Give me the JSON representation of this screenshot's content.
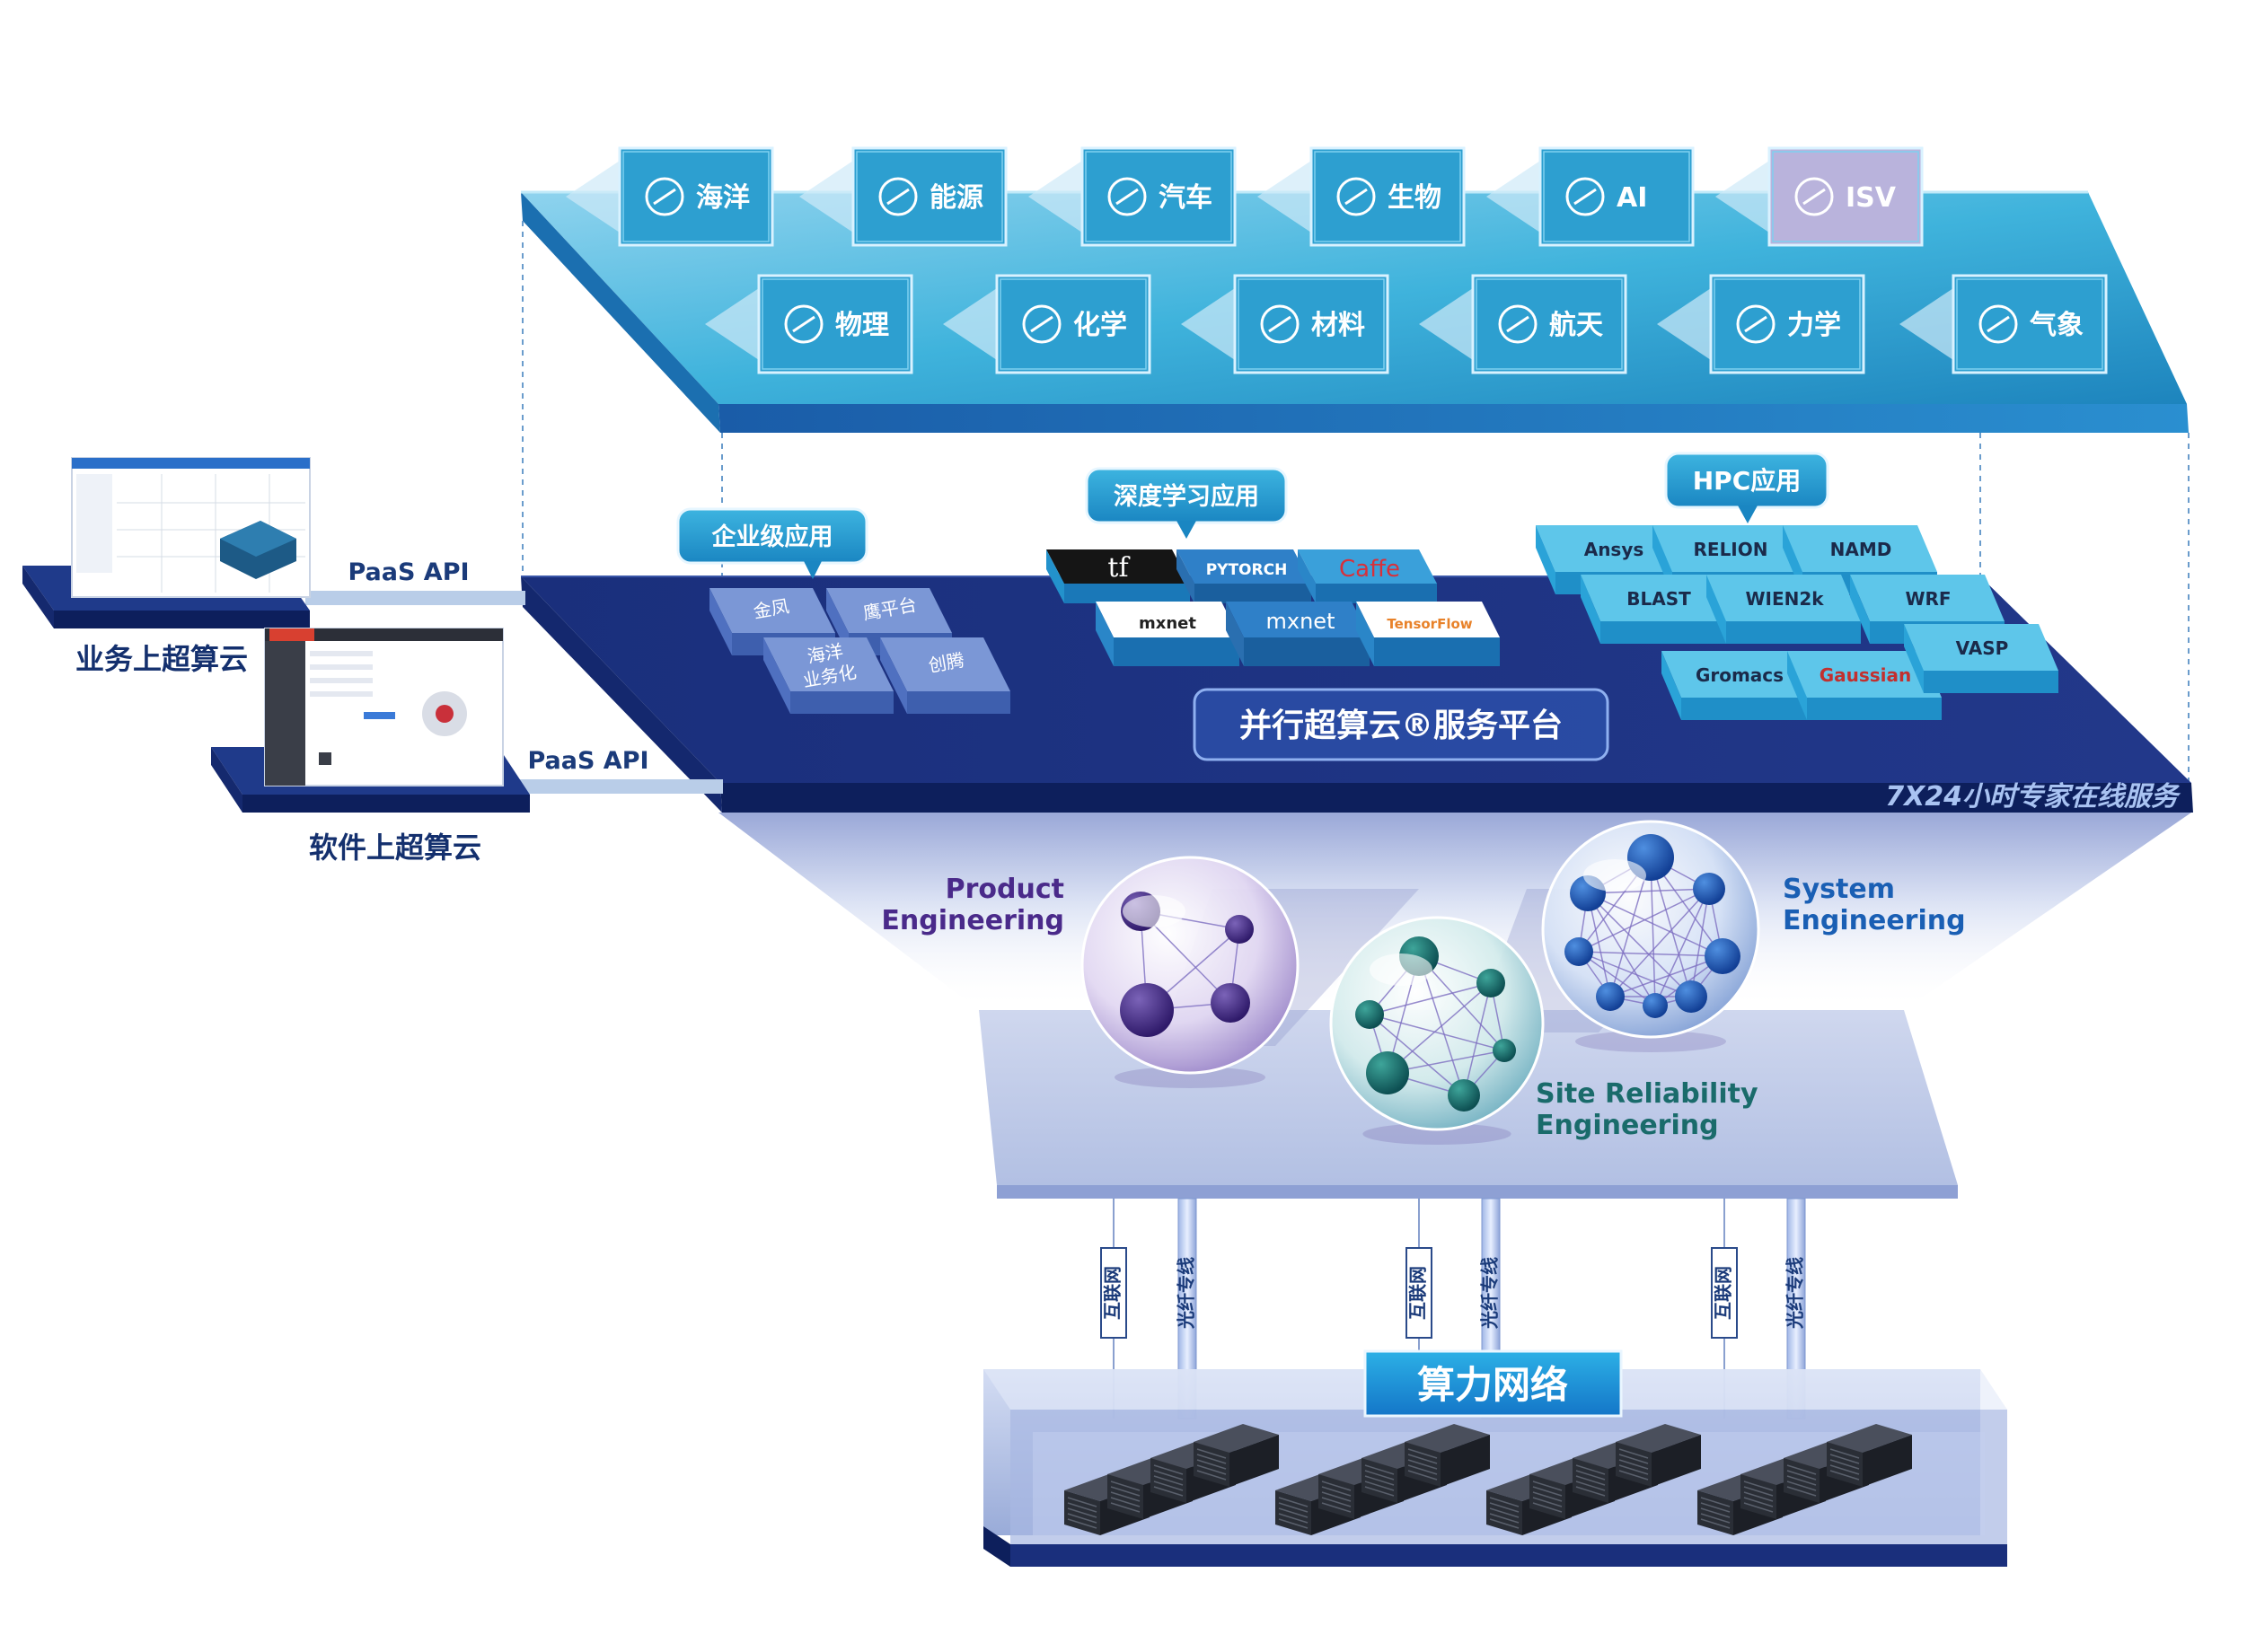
{
  "industries": {
    "row1": [
      {
        "label": "海洋",
        "icon": "ocean-icon"
      },
      {
        "label": "能源",
        "icon": "energy-icon"
      },
      {
        "label": "汽车",
        "icon": "car-icon"
      },
      {
        "label": "生物",
        "icon": "microscope-icon"
      },
      {
        "label": "AI",
        "icon": "ai-head-icon"
      },
      {
        "label": "ISV",
        "icon": "cloud-circuit-icon"
      }
    ],
    "row2": [
      {
        "label": "物理",
        "icon": "compass-icon"
      },
      {
        "label": "化学",
        "icon": "flask-icon"
      },
      {
        "label": "材料",
        "icon": "cube-icon"
      },
      {
        "label": "航天",
        "icon": "satellite-icon"
      },
      {
        "label": "力学",
        "icon": "mechanics-icon"
      },
      {
        "label": "气象",
        "icon": "weather-icon"
      }
    ]
  },
  "platform": {
    "title": "并行超算云®服务平台",
    "service_text": "7X24小时专家在线服务",
    "enterprise": {
      "tag": "企业级应用",
      "tiles": [
        "金凤",
        "鹰平台",
        "海洋\n业务化",
        "创腾"
      ]
    },
    "deep_learning": {
      "tag": "深度学习应用",
      "tiles": [
        "tf",
        "PYTORCH",
        "Caffe",
        "mxnet",
        "mxnet",
        "TensorFlow"
      ]
    },
    "hpc": {
      "tag": "HPC应用",
      "tiles": [
        "Ansys",
        "RELION",
        "NAMD",
        "BLAST",
        "WIEN2k",
        "WRF",
        "Gromacs",
        "Gaussian",
        "VASP"
      ]
    }
  },
  "left": {
    "api_labels": [
      "PaaS API",
      "PaaS API"
    ],
    "captions": [
      "业务上超算云",
      "软件上超算云"
    ]
  },
  "engineering": {
    "product": "Product\nEngineering",
    "system": "System\nEngineering",
    "sre": "Site Reliability\nEngineering"
  },
  "network": {
    "links": [
      "互联网",
      "光纤专线",
      "互联网",
      "光纤专线",
      "互联网",
      "光纤专线"
    ],
    "title": "算力网络"
  },
  "colors": {
    "navy": "#16307a",
    "deep_navy": "#0d1f5c",
    "top_blue": "#2aa7cf",
    "tile_blue": "#1f8fb8",
    "purple": "#4a2a8a",
    "teal": "#1a6b6b",
    "sys_blue": "#1a5fb4"
  }
}
